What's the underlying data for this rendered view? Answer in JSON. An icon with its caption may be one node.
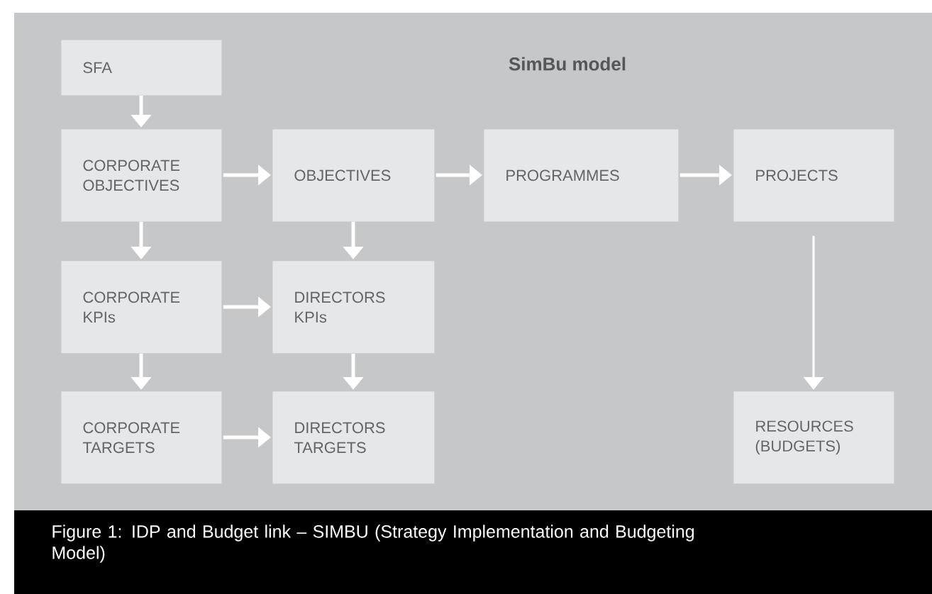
{
  "diagram": {
    "title": "SimBu model",
    "caption": "Figure 1: IDP and Budget link – SIMBU (Strategy Implementation and Budgeting Model)",
    "nodes": [
      {
        "text": [
          "SFA"
        ]
      },
      {
        "text": [
          "CORPORATE OBJECTIVES"
        ]
      },
      {
        "text": [
          "OBJECTIVES"
        ]
      },
      {
        "text": [
          "PROGRAMMES"
        ]
      },
      {
        "text": [
          "PROJECTS"
        ]
      },
      {
        "text": [
          "CORPORATE KPIs"
        ]
      },
      {
        "text": [
          "DIRECTORS KPIs"
        ]
      },
      {
        "text": [
          "CORPORATE TARGETS"
        ]
      },
      {
        "text": [
          "DIRECTORS TARGETS"
        ]
      },
      {
        "text": [
          "RESOURCES (BUDGETS)"
        ]
      }
    ],
    "edges": [
      {
        "from": 0,
        "to": 1,
        "arrow": "to"
      },
      {
        "from": 1,
        "to": 2,
        "arrow": "to"
      },
      {
        "from": 2,
        "to": 3,
        "arrow": "to"
      },
      {
        "from": 3,
        "to": 4,
        "arrow": "to"
      },
      {
        "from": 1,
        "to": 5,
        "arrow": "to"
      },
      {
        "from": 2,
        "to": 6,
        "arrow": "to"
      },
      {
        "from": 5,
        "to": 6,
        "arrow": "to"
      },
      {
        "from": 5,
        "to": 7,
        "arrow": "to"
      },
      {
        "from": 6,
        "to": 8,
        "arrow": "to"
      },
      {
        "from": 7,
        "to": 8,
        "arrow": "to"
      },
      {
        "from": 4,
        "to": 9,
        "arrow": "to"
      }
    ]
  }
}
